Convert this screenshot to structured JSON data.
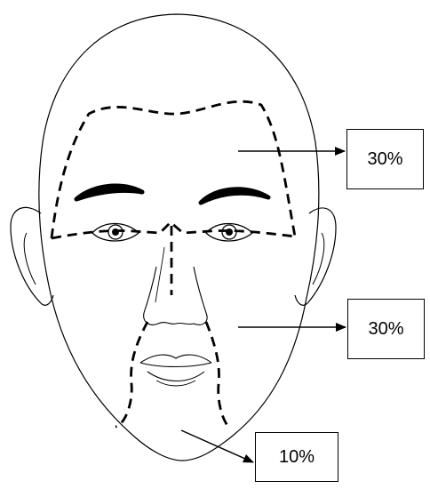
{
  "diagram": {
    "regions": [
      {
        "id": "upper-face",
        "label": "30%"
      },
      {
        "id": "middle-face",
        "label": "30%"
      },
      {
        "id": "lower-face",
        "label": "10%"
      }
    ]
  }
}
